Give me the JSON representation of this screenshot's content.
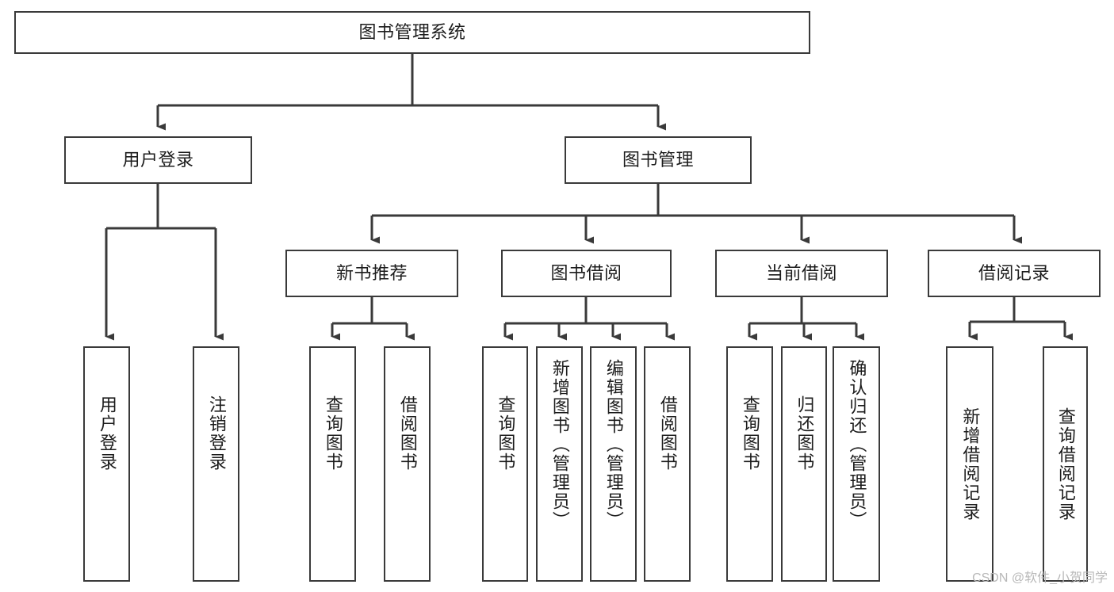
{
  "diagram": {
    "title_node": {
      "label": "图书管理系统"
    },
    "level2": [
      {
        "label": "用户登录"
      },
      {
        "label": "图书管理"
      }
    ],
    "level3": [
      {
        "label": "新书推荐"
      },
      {
        "label": "图书借阅"
      },
      {
        "label": "当前借阅"
      },
      {
        "label": "借阅记录"
      }
    ],
    "leaves": {
      "user_login": [
        {
          "label": "用户登录"
        },
        {
          "label": "注销登录"
        }
      ],
      "new_book_recommend": [
        {
          "label": "查询图书"
        },
        {
          "label": "借阅图书"
        }
      ],
      "book_borrow": [
        {
          "label": "查询图书"
        },
        {
          "label": "新增图书（管理员）"
        },
        {
          "label": "编辑图书（管理员）"
        },
        {
          "label": "借阅图书"
        }
      ],
      "current_borrow": [
        {
          "label": "查询图书"
        },
        {
          "label": "归还图书"
        },
        {
          "label": "确认归还（管理员）"
        }
      ],
      "borrow_record": [
        {
          "label": "新增借阅记录"
        },
        {
          "label": "查询借阅记录"
        }
      ]
    }
  },
  "watermark": {
    "text": "CSDN @软件_小贺同学"
  },
  "colors": {
    "stroke": "#3a3a3a",
    "text": "#1c1c1c",
    "background": "#ffffff",
    "watermark": "#b8b8b8"
  }
}
